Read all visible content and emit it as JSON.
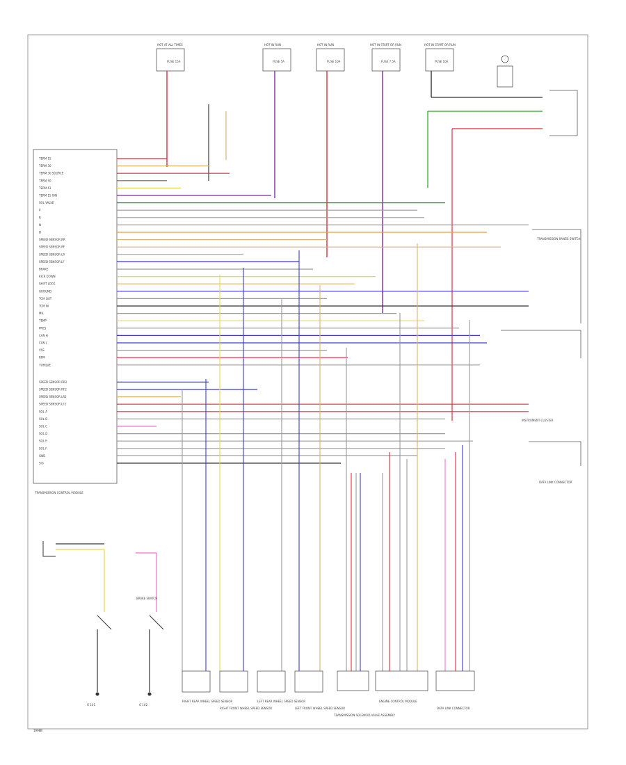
{
  "diagram": {
    "code": "1998B"
  },
  "colors": {
    "red": "#e8283a",
    "pink": "#f06fd0",
    "violet": "#7a2aa0",
    "blue": "#3a3ae0",
    "green": "#1aa61a",
    "yellow": "#e8d84a",
    "tan": "#d9b36a",
    "gray": "#9a9a9a",
    "black": "#333333",
    "brown": "#8a5a2a",
    "orange": "#e89a3a"
  },
  "fuses_top": [
    {
      "label": "HOT AT ALL TIMES",
      "fuse": "FUSE 15A"
    },
    {
      "label": "HOT IN RUN",
      "fuse": "FUSE 5A"
    },
    {
      "label": "HOT IN RUN",
      "fuse": "FUSE 10A"
    },
    {
      "label": "HOT IN START OR RUN",
      "fuse": "FUSE 7.5A"
    },
    {
      "label": "HOT IN START OR RUN",
      "fuse": "FUSE 10A"
    }
  ],
  "components": {
    "module": "TRANSMISSION CONTROL MODULE",
    "trs": "TRANSMISSION RANGE SWITCH",
    "cluster": "INSTRUMENT CLUSTER",
    "brake_switch": "BRAKE SWITCH",
    "ground_left": "G 101",
    "ground_right": "G 102",
    "vss1": "RIGHT REAR WHEEL SPEED SENSOR",
    "vss2": "RIGHT FRONT WHEEL SPEED SENSOR",
    "vss3": "LEFT REAR WHEEL SPEED SENSOR",
    "vss4": "LEFT FRONT WHEEL SPEED SENSOR",
    "solenoid": "TRANSMISSION SOLENOID VALVE ASSEMBLY",
    "ecm": "ENGINE CONTROL MODULE",
    "dlc": "DATA LINK CONNECTOR"
  },
  "module_pins": [
    "TERM 15",
    "TERM 30",
    "TERM 30 SOURCE",
    "TERM 50",
    "TERM 61",
    "TERM 15 IGN",
    "SOL VALVE",
    "P",
    "R",
    "N",
    "D",
    "SPEED SENSOR RR",
    "SPEED SENSOR RF",
    "SPEED SENSOR LR",
    "SPEED SENSOR LF",
    "BRAKE",
    "KICK DOWN",
    "SHIFT LOCK",
    "GROUND",
    "TCM OUT",
    "TCM IN",
    "MIL",
    "TEMP",
    "PRES",
    "CAN H",
    "CAN L",
    "VSS",
    "RPM",
    "TORQUE",
    "SPEED SENSOR RR2",
    "SPEED SENSOR RF2",
    "SPEED SENSOR LR2",
    "SPEED SENSOR LF2",
    "SOL A",
    "SOL B",
    "SOL C",
    "SOL D",
    "SOL E",
    "SOL F",
    "GND",
    "SIG"
  ]
}
